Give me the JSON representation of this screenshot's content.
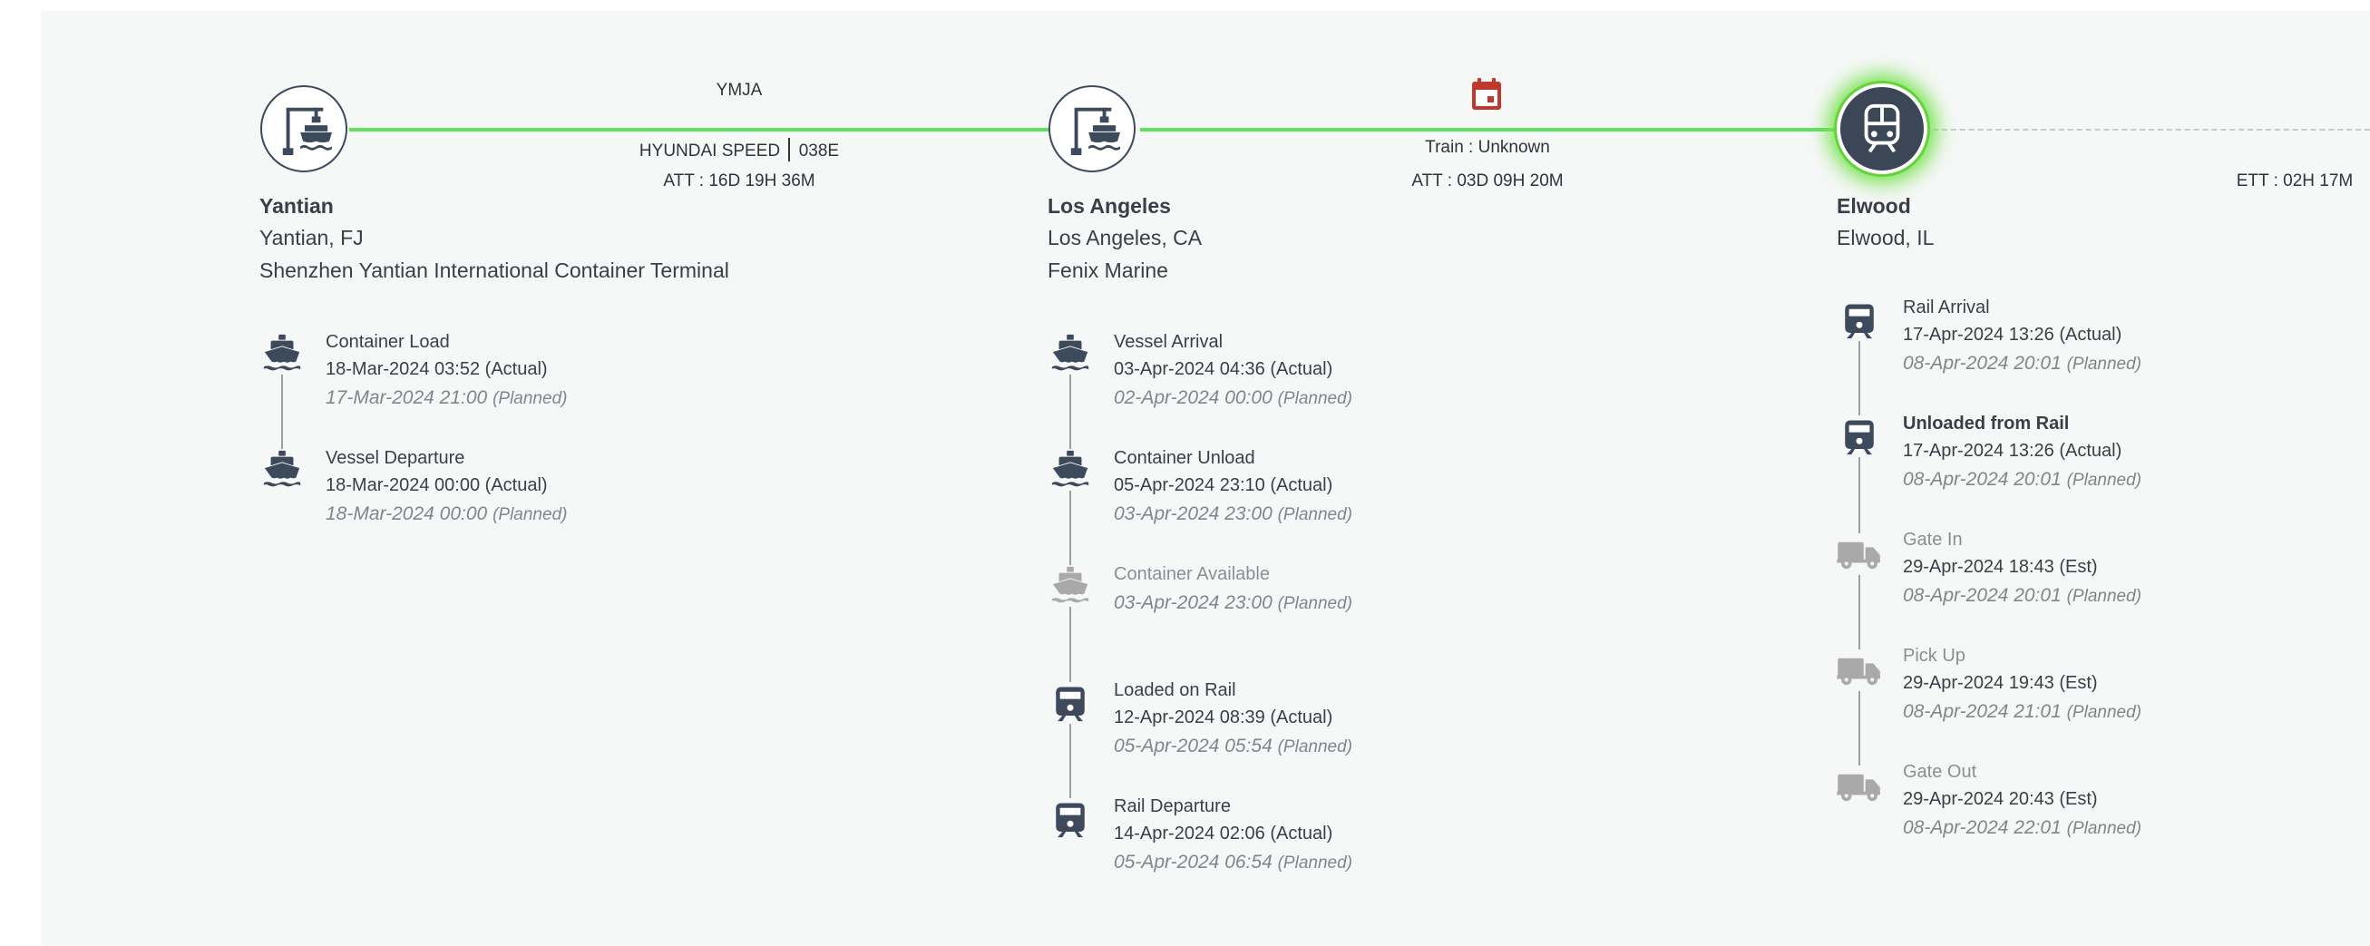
{
  "colors": {
    "route_complete": "#5fe05f",
    "route_pending": "#c8cacc",
    "icon_dark": "#3d4a5c",
    "icon_muted": "#9e9e9e",
    "calendar_accent": "#c0392b",
    "current_glow": "#72e24a"
  },
  "stops": [
    {
      "icon": "port-crane-ship-icon",
      "name": "Yantian",
      "city": "Yantian, FJ",
      "facility": "Shenzhen Yantian International Container Terminal",
      "events": [
        {
          "icon": "ship-icon",
          "title": "Container Load",
          "actual": "18-Mar-2024 03:52 (Actual)",
          "planned": "17-Mar-2024 21:00",
          "planned_tag": "(Planned)"
        },
        {
          "icon": "ship-icon",
          "title": "Vessel Departure",
          "actual": "18-Mar-2024 00:00 (Actual)",
          "planned": "18-Mar-2024 00:00",
          "planned_tag": "(Planned)"
        }
      ]
    },
    {
      "icon": "port-crane-ship-icon",
      "name": "Los Angeles",
      "city": "Los Angeles, CA",
      "facility": "Fenix Marine",
      "events": [
        {
          "icon": "ship-icon",
          "title": "Vessel Arrival",
          "actual": "03-Apr-2024 04:36 (Actual)",
          "planned": "02-Apr-2024 00:00",
          "planned_tag": "(Planned)"
        },
        {
          "icon": "ship-icon",
          "title": "Container Unload",
          "actual": "05-Apr-2024 23:10 (Actual)",
          "planned": "03-Apr-2024 23:00",
          "planned_tag": "(Planned)"
        },
        {
          "icon": "ship-icon",
          "title": "Container Available",
          "actual": "",
          "planned": "03-Apr-2024 23:00",
          "planned_tag": "(Planned)"
        },
        {
          "icon": "train-icon",
          "title": "Loaded on Rail",
          "actual": "12-Apr-2024 08:39 (Actual)",
          "planned": "05-Apr-2024 05:54",
          "planned_tag": "(Planned)"
        },
        {
          "icon": "train-icon",
          "title": "Rail Departure",
          "actual": "14-Apr-2024 02:06 (Actual)",
          "planned": "05-Apr-2024 06:54",
          "planned_tag": "(Planned)"
        }
      ]
    },
    {
      "icon": "train-icon",
      "name": "Elwood",
      "city": "Elwood, IL",
      "facility": "",
      "events": [
        {
          "icon": "train-icon",
          "title": "Rail Arrival",
          "actual": "17-Apr-2024 13:26 (Actual)",
          "planned": "08-Apr-2024 20:01",
          "planned_tag": "(Planned)"
        },
        {
          "icon": "train-icon",
          "title": "Unloaded from Rail",
          "actual": "17-Apr-2024 13:26 (Actual)",
          "planned": "08-Apr-2024 20:01",
          "planned_tag": "(Planned)"
        },
        {
          "icon": "truck-icon",
          "title": "Gate In",
          "actual": "29-Apr-2024 18:43 (Est)",
          "planned": "08-Apr-2024 20:01",
          "planned_tag": "(Planned)"
        },
        {
          "icon": "truck-icon",
          "title": "Pick Up",
          "actual": "29-Apr-2024 19:43 (Est)",
          "planned": "08-Apr-2024 21:01",
          "planned_tag": "(Planned)"
        },
        {
          "icon": "truck-icon",
          "title": "Gate Out",
          "actual": "29-Apr-2024 20:43 (Est)",
          "planned": "08-Apr-2024 22:01",
          "planned_tag": "(Planned)"
        }
      ]
    }
  ],
  "legs": [
    {
      "carrier_code": "YMJA",
      "vessel": "HYUNDAI SPEED",
      "voyage": "038E",
      "att": "ATT : 16D 19H 36M"
    },
    {
      "calendar_icon": "calendar-icon",
      "mode": "Train : Unknown",
      "att": "ATT : 03D 09H 20M"
    },
    {
      "ett": "ETT : 02H 17M"
    }
  ]
}
